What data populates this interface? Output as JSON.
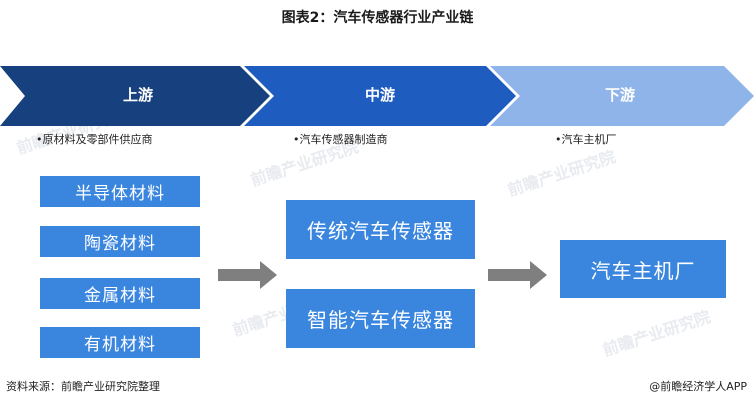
{
  "title": "图表2：汽车传感器行业产业链",
  "stages": [
    {
      "label": "上游",
      "description": "•原材料及零部件供应商",
      "color": "#17407e"
    },
    {
      "label": "中游",
      "description": "•汽车传感器制造商",
      "color": "#1f5cc0"
    },
    {
      "label": "下游",
      "description": "•汽车主机厂",
      "color": "#8fb4ea"
    }
  ],
  "upstream_items": [
    "半导体材料",
    "陶瓷材料",
    "金属材料",
    "有机材料"
  ],
  "midstream_items": [
    "传统汽车传感器",
    "智能汽车传感器"
  ],
  "downstream_items": [
    "汽车主机厂"
  ],
  "watermark": "前瞻产业研究院",
  "footer": {
    "source": "资料来源：前瞻产业研究院整理",
    "brand": "@前瞻经济学人APP"
  },
  "colors": {
    "box": "#3a86df",
    "flow_arrow": "#7f7f7f"
  }
}
